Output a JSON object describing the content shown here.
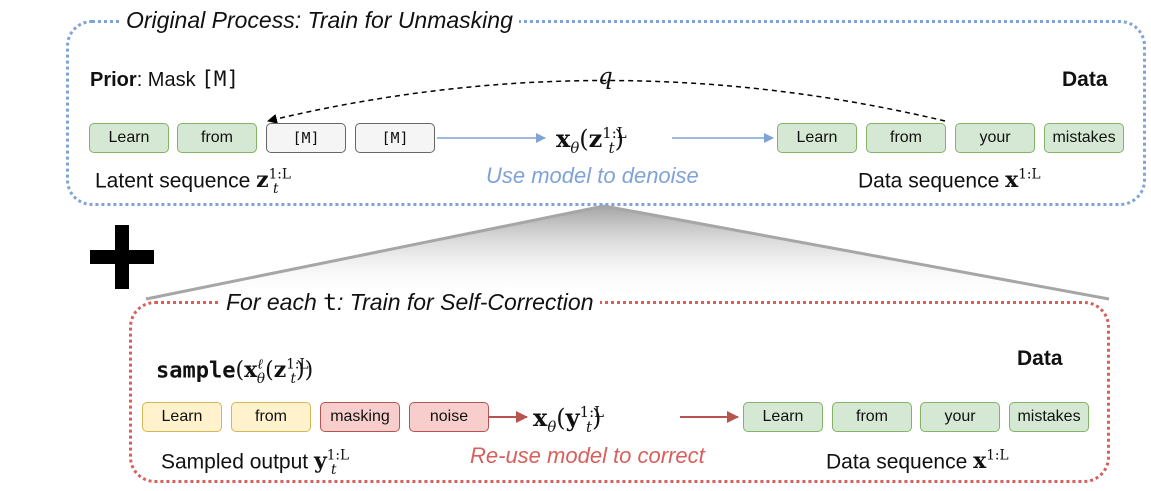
{
  "top_panel": {
    "title": "Original Process: Train for Unmasking",
    "prior_bold": "Prior",
    "prior_rest": ": Mask ",
    "prior_mask": "[M]",
    "data_label": "Data",
    "q_label": "q",
    "latent_tokens": [
      "Learn",
      "from",
      "[M]",
      "[M]"
    ],
    "data_tokens": [
      "Learn",
      "from",
      "your",
      "mistakes"
    ],
    "model_symbol": "x",
    "model_sub": "θ",
    "model_arg": "z",
    "model_arg_sup": "1:L",
    "model_arg_sub": "t",
    "latent_caption": "Latent sequence ",
    "latent_var": "z",
    "latent_sup": "1:L",
    "latent_sub": "t",
    "denoise_caption": "Use model to denoise",
    "data_caption": "Data sequence ",
    "data_var": "x",
    "data_sup": "1:L"
  },
  "plus_sign": "+",
  "bottom_panel": {
    "title_prefix": "For each ",
    "title_var": "t",
    "title_suffix": ": Train for Self-Correction",
    "sample_fn": "sample",
    "sample_symbol": "x",
    "sample_sup": "ℓ",
    "sample_sub": "θ",
    "sample_arg": "z",
    "sample_arg_sup": "1:L",
    "sample_arg_sub": "t",
    "data_label": "Data",
    "sampled_tokens": [
      {
        "text": "Learn",
        "color": "#fff2cc"
      },
      {
        "text": "from",
        "color": "#fff2cc"
      },
      {
        "text": "masking",
        "color": "#f8cecc"
      },
      {
        "text": "noise",
        "color": "#f8cecc"
      }
    ],
    "data_tokens": [
      "Learn",
      "from",
      "your",
      "mistakes"
    ],
    "model_symbol": "x",
    "model_sub": "θ",
    "model_arg": "y",
    "model_arg_sup": "1:L",
    "model_arg_sub": "t",
    "sampled_caption": "Sampled output ",
    "sampled_var": "y",
    "sampled_sup": "1:L",
    "sampled_sub": "t",
    "correct_caption": "Re-use model to correct",
    "data_caption": "Data sequence ",
    "data_var": "x",
    "data_sup": "1:L"
  },
  "colors": {
    "blue": "#7fa3d6",
    "red": "#d6605c",
    "green_fill": "#d5e8d4",
    "green_stroke": "#82b366",
    "yellow_fill": "#fff2cc",
    "red_fill": "#f8cecc",
    "gray_fill": "#f5f5f5"
  }
}
